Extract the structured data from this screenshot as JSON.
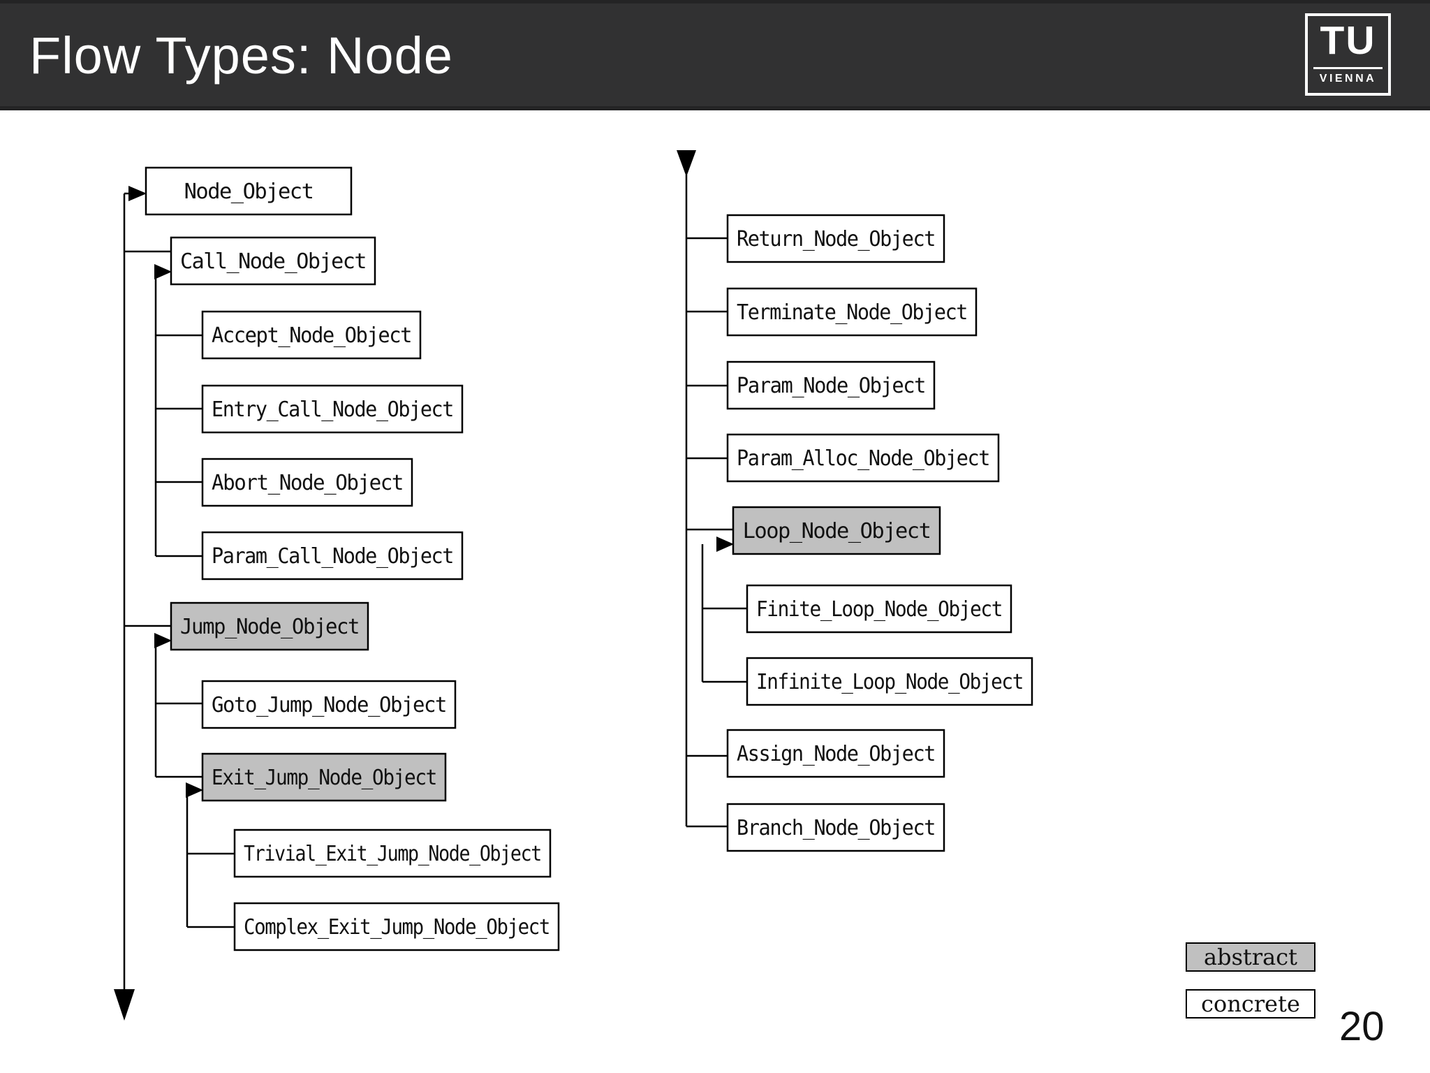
{
  "header": {
    "title": "Flow Types: Node",
    "logo": {
      "acronym": "TU",
      "city": "VIENNA"
    }
  },
  "colors": {
    "header_bg": "#313132",
    "abstract_fill": "#c0c0c0",
    "concrete_fill": "#ffffff",
    "line": "#000000"
  },
  "diagram": {
    "description": "Inheritance tree of flow node types; arrows point from subtype trunks into their parent box; the left trunk continues onto the second column.",
    "nodes": [
      {
        "id": "node_object",
        "label": "Node_Object",
        "type": "concrete",
        "parent": null
      },
      {
        "id": "call",
        "label": "Call_Node_Object",
        "type": "concrete",
        "parent": "node_object"
      },
      {
        "id": "accept",
        "label": "Accept_Node_Object",
        "type": "concrete",
        "parent": "call"
      },
      {
        "id": "entry_call",
        "label": "Entry_Call_Node_Object",
        "type": "concrete",
        "parent": "call"
      },
      {
        "id": "abort",
        "label": "Abort_Node_Object",
        "type": "concrete",
        "parent": "call"
      },
      {
        "id": "param_call",
        "label": "Param_Call_Node_Object",
        "type": "concrete",
        "parent": "call"
      },
      {
        "id": "jump",
        "label": "Jump_Node_Object",
        "type": "abstract",
        "parent": "node_object"
      },
      {
        "id": "goto",
        "label": "Goto_Jump_Node_Object",
        "type": "concrete",
        "parent": "jump"
      },
      {
        "id": "exit",
        "label": "Exit_Jump_Node_Object",
        "type": "abstract",
        "parent": "jump"
      },
      {
        "id": "trivial",
        "label": "Trivial_Exit_Jump_Node_Object",
        "type": "concrete",
        "parent": "exit"
      },
      {
        "id": "complex",
        "label": "Complex_Exit_Jump_Node_Object",
        "type": "concrete",
        "parent": "exit"
      },
      {
        "id": "return",
        "label": "Return_Node_Object",
        "type": "concrete",
        "parent": "node_object"
      },
      {
        "id": "terminate",
        "label": "Terminate_Node_Object",
        "type": "concrete",
        "parent": "node_object"
      },
      {
        "id": "param",
        "label": "Param_Node_Object",
        "type": "concrete",
        "parent": "node_object"
      },
      {
        "id": "param_alloc",
        "label": "Param_Alloc_Node_Object",
        "type": "concrete",
        "parent": "node_object"
      },
      {
        "id": "loop",
        "label": "Loop_Node_Object",
        "type": "abstract",
        "parent": "node_object"
      },
      {
        "id": "finite",
        "label": "Finite_Loop_Node_Object",
        "type": "concrete",
        "parent": "loop"
      },
      {
        "id": "infinite",
        "label": "Infinite_Loop_Node_Object",
        "type": "concrete",
        "parent": "loop"
      },
      {
        "id": "assign",
        "label": "Assign_Node_Object",
        "type": "concrete",
        "parent": "node_object"
      },
      {
        "id": "branch",
        "label": "Branch_Node_Object",
        "type": "concrete",
        "parent": "node_object"
      }
    ]
  },
  "legend": {
    "items": [
      {
        "label": "abstract",
        "fill": "#c0c0c0"
      },
      {
        "label": "concrete",
        "fill": "#ffffff"
      }
    ]
  },
  "footer": {
    "page_number": "20"
  }
}
